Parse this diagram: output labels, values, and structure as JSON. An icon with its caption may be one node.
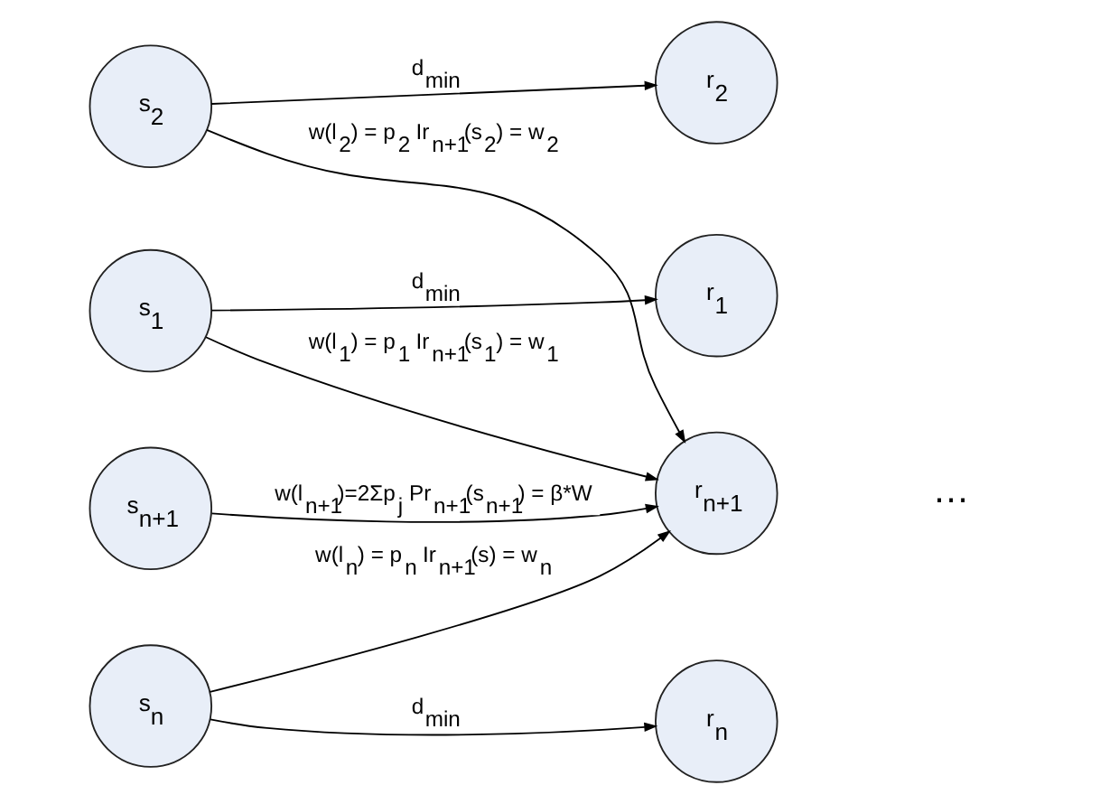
{
  "diagram": {
    "nodes": [
      {
        "text": [
          "s$_{1}$"
        ]
      },
      {
        "text": [
          "r$_{1}$"
        ]
      },
      {
        "text": [
          "s$_{2}$"
        ]
      },
      {
        "text": [
          "r$_{2}$"
        ]
      },
      {
        "text": [
          "s$_{n+1}$"
        ]
      },
      {
        "text": [
          "r$_{n+1}$"
        ]
      },
      {
        "text": [
          "s$_{n}$"
        ]
      },
      {
        "text": [
          "r$_{n}$"
        ]
      }
    ],
    "edges": [
      {
        "from": 0,
        "to": 1,
        "arrow": "to",
        "label": "d$_{min}$"
      },
      {
        "from": 2,
        "to": 3,
        "arrow": "to",
        "label": "d$_{min}$"
      },
      {
        "from": 4,
        "to": 5,
        "arrow": "to",
        "label": "w(l$_{n+1}$)=2Σp$_{j}$ Pr$_{n+1}$(s$_{n+1}$) = β*W"
      },
      {
        "from": 0,
        "to": 5,
        "arrow": "to",
        "label": "w(l$_{1}$) = p$_{1}$ Ir$_{n+1}$(s$_{1}$) = w$_{1}$"
      },
      {
        "from": 2,
        "to": 5,
        "arrow": "to",
        "label": "w(l$_{2}$) = p$_{2}$ Ir$_{n+1}$(s$_{2}$) = w$_{2}$"
      },
      {
        "from": 6,
        "to": 5,
        "arrow": "to",
        "label": "w(l$_{n}$) = p$_{n}$ Ir$_{n+1}$(s) = w$_{n}$"
      },
      {
        "from": 6,
        "to": 7,
        "arrow": "to",
        "label": "d$_{min}$"
      }
    ],
    "labels": [
      "…"
    ]
  }
}
